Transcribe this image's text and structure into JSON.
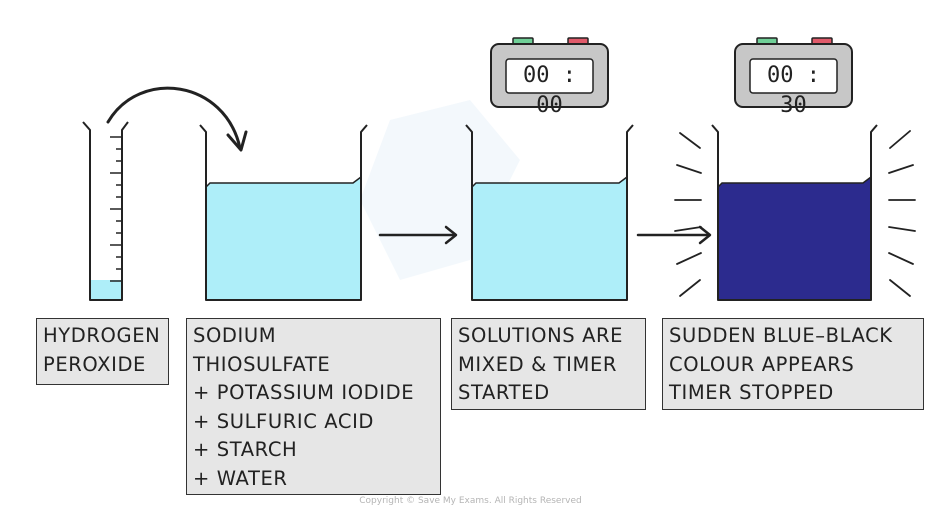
{
  "labels": {
    "hydrogen_peroxide": [
      "HYDROGEN",
      "PEROXIDE"
    ],
    "thiosulfate_mix": [
      "SODIUM",
      "THIOSULFATE",
      "+ POTASSIUM IODIDE",
      "+ SULFURIC ACID",
      "+ STARCH",
      "+ WATER"
    ],
    "solutions_mixed": [
      "SOLUTIONS ARE",
      "MIXED & TIMER",
      "STARTED"
    ],
    "colour_appears": [
      "SUDDEN BLUE–BLACK",
      "COLOUR APPEARS",
      "TIMER STOPPED"
    ]
  },
  "timers": {
    "start": "00 : 00",
    "end": "00 : 30"
  },
  "copyright": "Copyright © Save My Exams. All Rights Reserved",
  "colors": {
    "clear_solution": "#aeeef9",
    "blue_black_solution": "#2c2b8e",
    "timer_body": "#c7c7c7",
    "label_background": "#e6e6e6",
    "timer_button_green": "#6fcf97",
    "timer_button_red": "#e05a6a"
  }
}
